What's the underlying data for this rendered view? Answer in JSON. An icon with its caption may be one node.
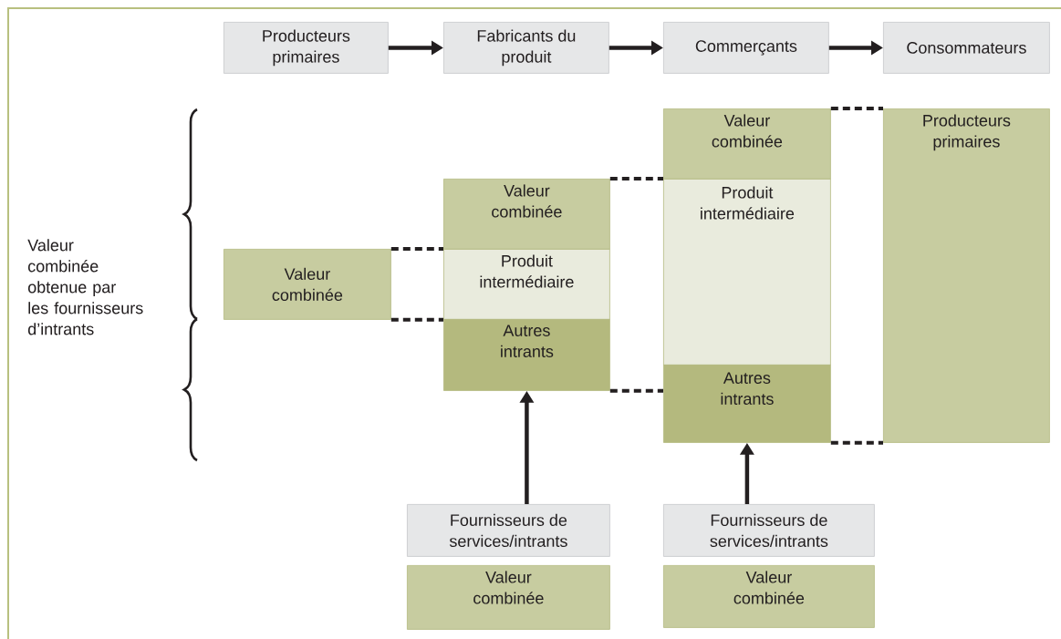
{
  "diagram": {
    "nodes": [
      {
        "text": [
          "Producteurs primaires"
        ]
      },
      {
        "text": [
          "Fabricants du produit"
        ]
      },
      {
        "text": [
          "Commerçants"
        ]
      },
      {
        "text": [
          "Consommateurs"
        ]
      },
      {
        "text": [
          "Valeur combinée"
        ]
      },
      {
        "text": [
          "Valeur combinée"
        ]
      },
      {
        "text": [
          "Produit intermédiaire"
        ]
      },
      {
        "text": [
          "Autres intrants"
        ]
      },
      {
        "text": [
          "Valeur combinée"
        ]
      },
      {
        "text": [
          "Produit intermédiaire"
        ]
      },
      {
        "text": [
          "Autres intrants"
        ]
      },
      {
        "text": [
          "Producteurs primaires"
        ]
      },
      {
        "text": [
          "Fournisseurs de services/intrants"
        ]
      },
      {
        "text": [
          "Valeur combinée"
        ]
      },
      {
        "text": [
          "Fournisseurs de services/intrants"
        ]
      },
      {
        "text": [
          "Valeur combinée"
        ]
      }
    ],
    "edges": [
      {
        "from": 0,
        "to": 1,
        "arrow": "to"
      },
      {
        "from": 1,
        "to": 2,
        "arrow": "to"
      },
      {
        "from": 2,
        "to": 3,
        "arrow": "to"
      },
      {
        "from": 4,
        "to": 6,
        "arrow": "none",
        "style": "dashed"
      },
      {
        "from": 4,
        "to": 6,
        "arrow": "none",
        "style": "dashed"
      },
      {
        "from": 5,
        "to": 9,
        "arrow": "none",
        "style": "dashed"
      },
      {
        "from": 7,
        "to": 10,
        "arrow": "none",
        "style": "dashed"
      },
      {
        "from": 8,
        "to": 11,
        "arrow": "none",
        "style": "dashed"
      },
      {
        "from": 10,
        "to": 11,
        "arrow": "none",
        "style": "dashed"
      },
      {
        "from": 12,
        "to": 7,
        "arrow": "to"
      },
      {
        "from": 14,
        "to": 10,
        "arrow": "to"
      }
    ],
    "labels": [
      "Valeur combinée obtenue par les fournisseurs d’intrants"
    ]
  }
}
